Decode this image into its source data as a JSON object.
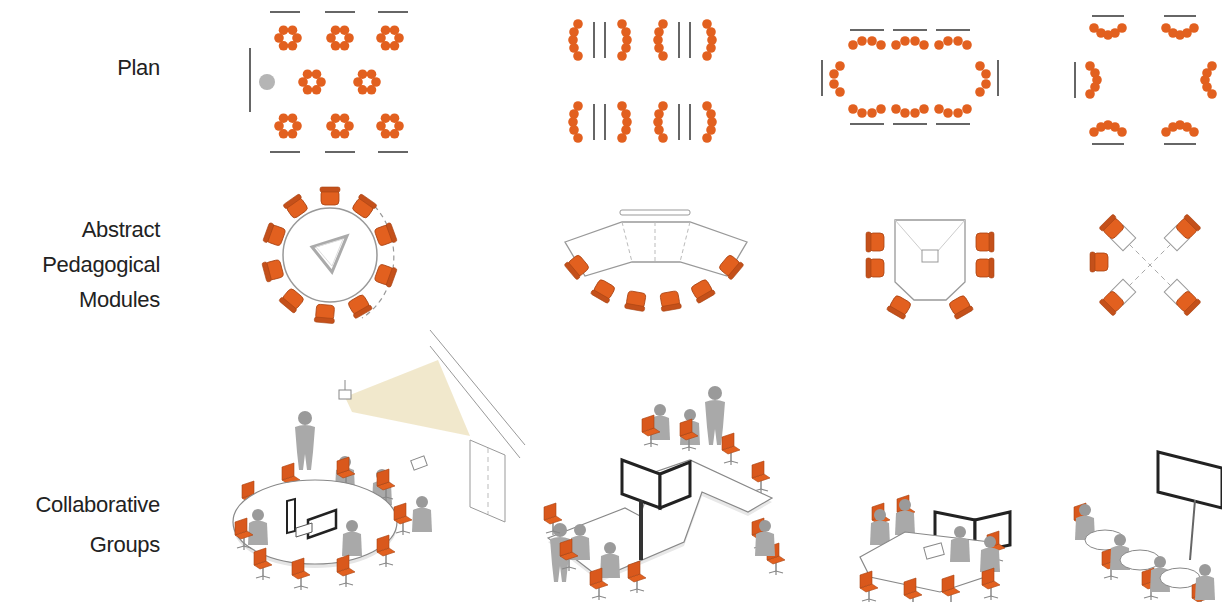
{
  "diagram": {
    "labels": [
      "Plan",
      "Abstract Pedagogical Modules",
      "Collaborative Groups"
    ]
  }
}
